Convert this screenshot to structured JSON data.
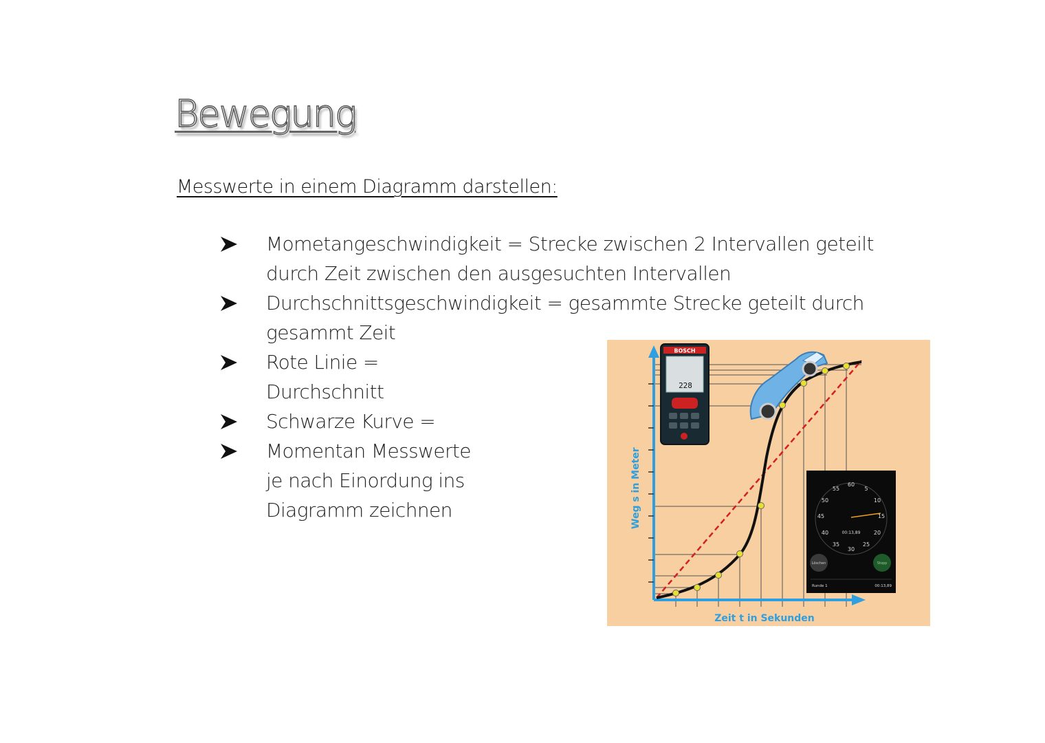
{
  "title": "Bewegung",
  "subtitle": "Messwerte in einem Diagramm darstellen:",
  "bullets": [
    {
      "line1": "Mometangeschwindigkeit = Strecke zwischen 2 Intervallen geteilt",
      "line2": "durch Zeit zwischen den ausgesuchten Intervallen",
      "line3": ""
    },
    {
      "line1": "Durchschnittsgeschwindigkeit = gesammte Strecke geteilt durch",
      "line2": "gesammt Zeit",
      "line3": ""
    },
    {
      "line1": "Rote Linie =",
      "line2": "Durchschnitt",
      "line3": ""
    },
    {
      "line1": "Schwarze Kurve =",
      "line2": "",
      "line3": ""
    },
    {
      "line1": "Momentan Messwerte",
      "line2": "je nach Einordung ins",
      "line3": "Diagramm zeichnen"
    }
  ],
  "figure": {
    "ylabel": "Weg s  in Meter",
    "xlabel": "Zeit t  in Sekunden",
    "colors": {
      "background": "#f7cfa0",
      "axis": "#2f9fe0",
      "curve": "#111111",
      "average_line": "#d32020",
      "points": "#e8e030"
    },
    "rangefinder": {
      "brand": "BOSCH",
      "reading": "228",
      "icon": "laser-rangefinder-icon"
    },
    "stopwatch": {
      "dial_numbers": [
        "60",
        "5",
        "10",
        "15",
        "20",
        "25",
        "30",
        "35",
        "40",
        "45",
        "50",
        "55"
      ],
      "time": "00:13,89",
      "left_button": "Löschen",
      "right_button": "Stopp",
      "lap_label": "Runde 1",
      "lap_time": "00:13,89"
    },
    "car_icon": "car-icon"
  }
}
